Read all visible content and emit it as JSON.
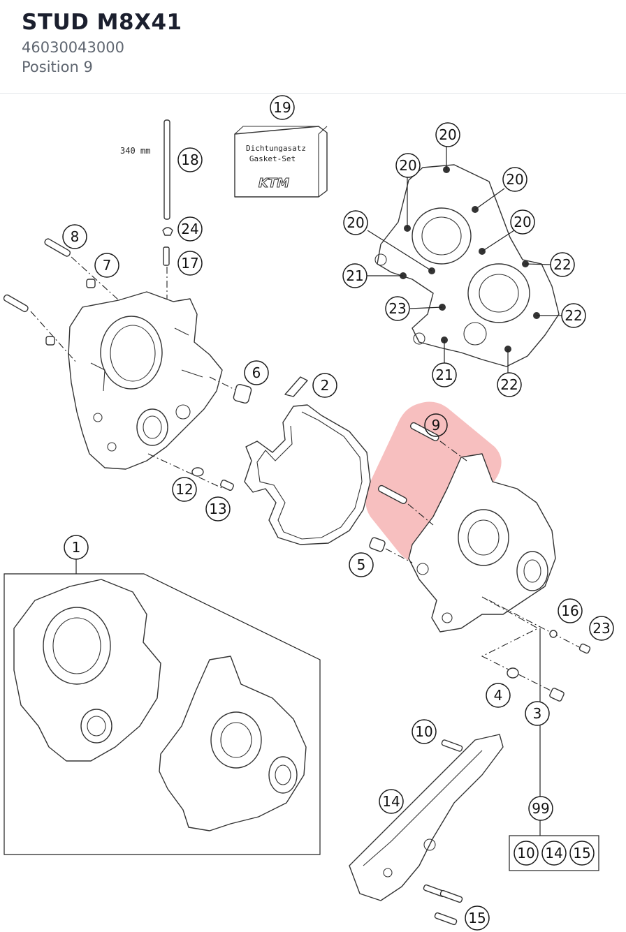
{
  "header": {
    "title": "STUD M8X41",
    "part_number": "46030043000",
    "position": "Position 9"
  },
  "diagram": {
    "highlight_color": "#f08a8a",
    "dimension_label": "340 mm",
    "gasket_box": {
      "line1": "Dichtungasatz",
      "line2": "Gasket-Set",
      "logo": "KTM"
    },
    "callouts": [
      "1",
      "2",
      "3",
      "4",
      "5",
      "6",
      "7",
      "8",
      "9",
      "10",
      "12",
      "13",
      "14",
      "15",
      "16",
      "17",
      "18",
      "19",
      "20",
      "21",
      "22",
      "23",
      "24",
      "99"
    ],
    "kit_items": [
      "10",
      "14",
      "15"
    ]
  }
}
